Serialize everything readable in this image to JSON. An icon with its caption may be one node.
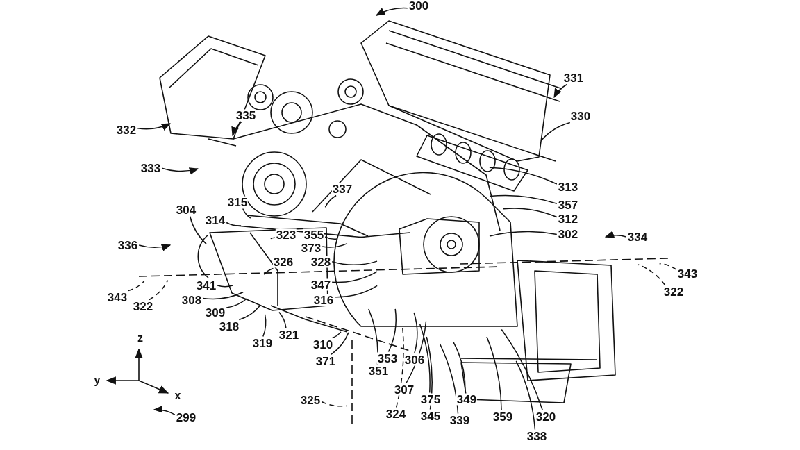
{
  "diagram": {
    "nodes": [
      {
        "text": [
          "300"
        ]
      },
      {
        "text": [
          "331"
        ]
      },
      {
        "text": [
          "332"
        ]
      },
      {
        "text": [
          "335"
        ]
      },
      {
        "text": [
          "330"
        ]
      },
      {
        "text": [
          "333"
        ]
      },
      {
        "text": [
          "313"
        ]
      },
      {
        "text": [
          "337"
        ]
      },
      {
        "text": [
          "357"
        ]
      },
      {
        "text": [
          "315"
        ]
      },
      {
        "text": [
          "304"
        ]
      },
      {
        "text": [
          "312"
        ]
      },
      {
        "text": [
          "314"
        ]
      },
      {
        "text": [
          "323"
        ]
      },
      {
        "text": [
          "355"
        ]
      },
      {
        "text": [
          "302"
        ]
      },
      {
        "text": [
          "334"
        ]
      },
      {
        "text": [
          "336"
        ]
      },
      {
        "text": [
          "373"
        ]
      },
      {
        "text": [
          "326"
        ]
      },
      {
        "text": [
          "328"
        ]
      },
      {
        "text": [
          "343"
        ]
      },
      {
        "text": [
          "343"
        ]
      },
      {
        "text": [
          "341"
        ]
      },
      {
        "text": [
          "347"
        ]
      },
      {
        "text": [
          "322"
        ]
      },
      {
        "text": [
          "322"
        ]
      },
      {
        "text": [
          "308"
        ]
      },
      {
        "text": [
          "316"
        ]
      },
      {
        "text": [
          "309"
        ]
      },
      {
        "text": [
          "318"
        ]
      },
      {
        "text": [
          "321"
        ]
      },
      {
        "text": [
          "319"
        ]
      },
      {
        "text": [
          "310"
        ]
      },
      {
        "text": [
          "371"
        ]
      },
      {
        "text": [
          "353"
        ]
      },
      {
        "text": [
          "351"
        ]
      },
      {
        "text": [
          "306"
        ]
      },
      {
        "text": [
          "307"
        ]
      },
      {
        "text": [
          "324"
        ]
      },
      {
        "text": [
          "375"
        ]
      },
      {
        "text": [
          "325"
        ]
      },
      {
        "text": [
          "345"
        ]
      },
      {
        "text": [
          "349"
        ]
      },
      {
        "text": [
          "339"
        ]
      },
      {
        "text": [
          "359"
        ]
      },
      {
        "text": [
          "320"
        ]
      },
      {
        "text": [
          "338"
        ]
      },
      {
        "text": [
          "299"
        ]
      }
    ],
    "edges": [
      {
        "from": 0,
        "to": null,
        "arrow": "to"
      },
      {
        "from": 1,
        "to": null,
        "arrow": "to"
      },
      {
        "from": 2,
        "to": null,
        "arrow": "to"
      },
      {
        "from": 3,
        "to": null,
        "arrow": "to"
      },
      {
        "from": 4,
        "to": null,
        "arrow": "none"
      },
      {
        "from": 5,
        "to": null,
        "arrow": "to"
      },
      {
        "from": 6,
        "to": null,
        "arrow": "none"
      },
      {
        "from": 7,
        "to": null,
        "arrow": "none"
      },
      {
        "from": 8,
        "to": null,
        "arrow": "none"
      },
      {
        "from": 9,
        "to": null,
        "arrow": "none"
      },
      {
        "from": 10,
        "to": null,
        "arrow": "none"
      },
      {
        "from": 11,
        "to": null,
        "arrow": "none"
      },
      {
        "from": 12,
        "to": null,
        "arrow": "none"
      },
      {
        "from": 13,
        "to": null,
        "arrow": "none"
      },
      {
        "from": 14,
        "to": null,
        "arrow": "none"
      },
      {
        "from": 15,
        "to": null,
        "arrow": "none"
      },
      {
        "from": 16,
        "to": null,
        "arrow": "to"
      },
      {
        "from": 17,
        "to": null,
        "arrow": "to"
      },
      {
        "from": 18,
        "to": null,
        "arrow": "none"
      },
      {
        "from": 19,
        "to": null,
        "arrow": "none"
      },
      {
        "from": 20,
        "to": null,
        "arrow": "none"
      },
      {
        "from": 21,
        "to": null,
        "arrow": "none",
        "style": "dashed"
      },
      {
        "from": 22,
        "to": null,
        "arrow": "none",
        "style": "dashed"
      },
      {
        "from": 23,
        "to": null,
        "arrow": "none"
      },
      {
        "from": 24,
        "to": null,
        "arrow": "none"
      },
      {
        "from": 25,
        "to": null,
        "arrow": "none",
        "style": "dashed"
      },
      {
        "from": 26,
        "to": null,
        "arrow": "none",
        "style": "dashed"
      },
      {
        "from": 27,
        "to": null,
        "arrow": "none"
      },
      {
        "from": 28,
        "to": null,
        "arrow": "none"
      },
      {
        "from": 29,
        "to": null,
        "arrow": "none"
      },
      {
        "from": 30,
        "to": null,
        "arrow": "none"
      },
      {
        "from": 31,
        "to": null,
        "arrow": "none"
      },
      {
        "from": 32,
        "to": null,
        "arrow": "none"
      },
      {
        "from": 33,
        "to": null,
        "arrow": "none"
      },
      {
        "from": 34,
        "to": null,
        "arrow": "none"
      },
      {
        "from": 35,
        "to": null,
        "arrow": "none"
      },
      {
        "from": 36,
        "to": null,
        "arrow": "none"
      },
      {
        "from": 37,
        "to": null,
        "arrow": "none"
      },
      {
        "from": 38,
        "to": null,
        "arrow": "none"
      },
      {
        "from": 39,
        "to": null,
        "arrow": "none",
        "style": "dashed"
      },
      {
        "from": 40,
        "to": null,
        "arrow": "none"
      },
      {
        "from": 41,
        "to": null,
        "arrow": "none",
        "style": "dashed"
      },
      {
        "from": 42,
        "to": null,
        "arrow": "none"
      },
      {
        "from": 43,
        "to": null,
        "arrow": "none"
      },
      {
        "from": 44,
        "to": null,
        "arrow": "none"
      },
      {
        "from": 45,
        "to": null,
        "arrow": "none"
      },
      {
        "from": 46,
        "to": null,
        "arrow": "none"
      },
      {
        "from": 47,
        "to": null,
        "arrow": "none"
      },
      {
        "from": 48,
        "to": null,
        "arrow": "to"
      }
    ],
    "labels": [
      "z",
      "y",
      "x"
    ]
  }
}
